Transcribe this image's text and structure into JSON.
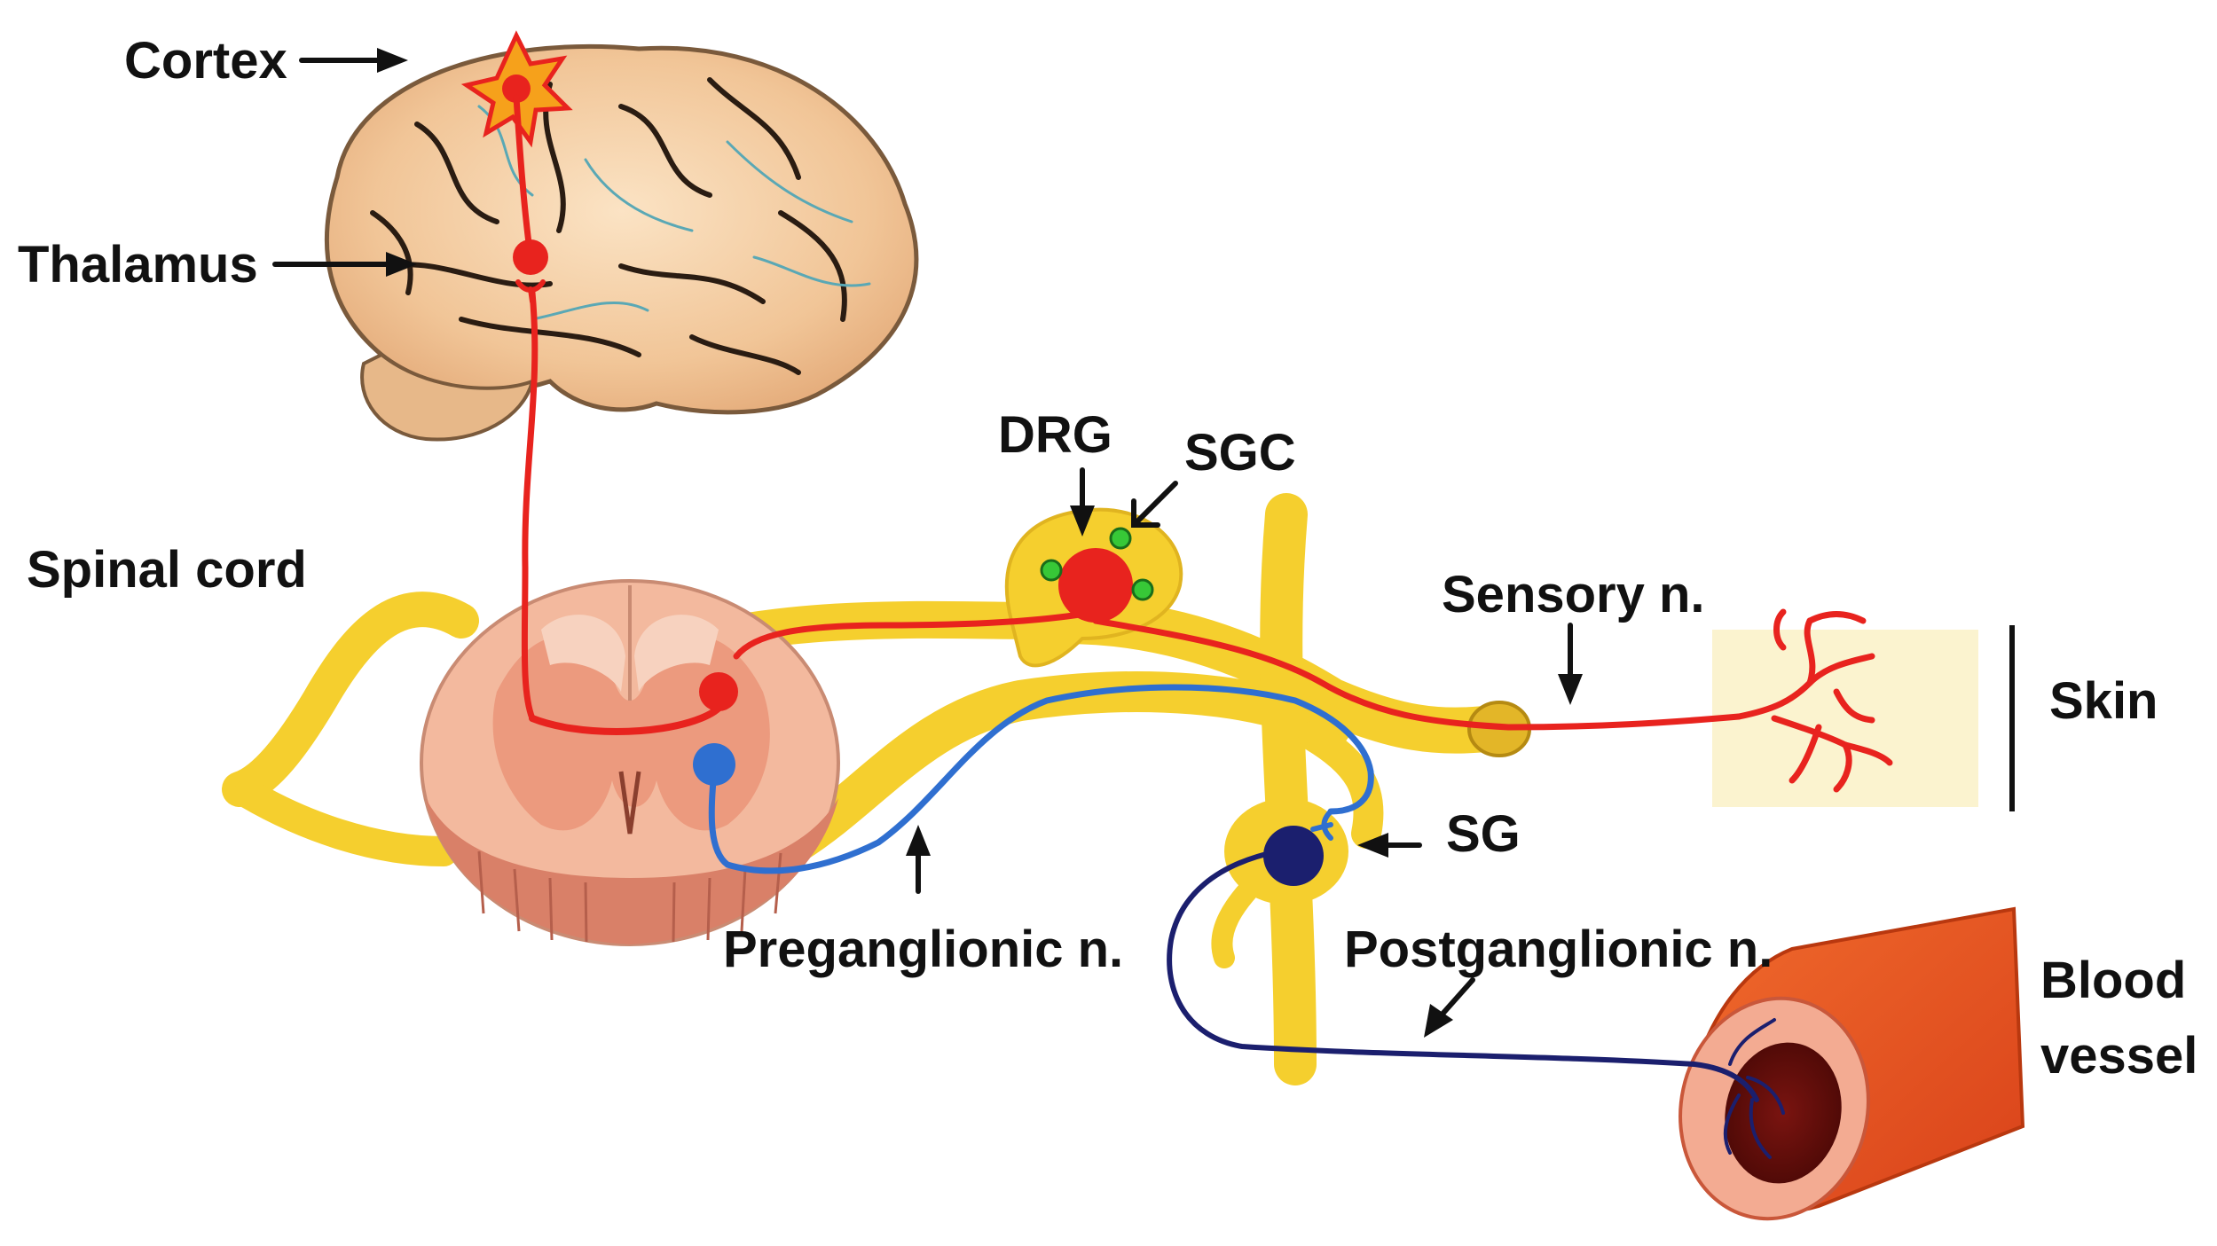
{
  "labels": {
    "cortex": "Cortex",
    "thalamus": "Thalamus",
    "spinal_cord": "Spinal cord",
    "drg": "DRG",
    "sgc": "SGC",
    "sensory_n": "Sensory n.",
    "skin": "Skin",
    "sg": "SG",
    "preganglionic_n": "Preganglionic n.",
    "postganglionic_n": "Postganglionic n.",
    "blood": "Blood",
    "vessel": "vessel"
  },
  "colors": {
    "sensory_pathway": "#e8231e",
    "preganglionic": "#2f6fd0",
    "postganglionic": "#1b1f6e",
    "nerve_yellow": "#f5cf2e",
    "satellite_glia": "#37c837",
    "skin_patch": "#fbf3cf",
    "vessel_outer": "#e2501f",
    "vessel_lumen": "#6b0f0a"
  }
}
